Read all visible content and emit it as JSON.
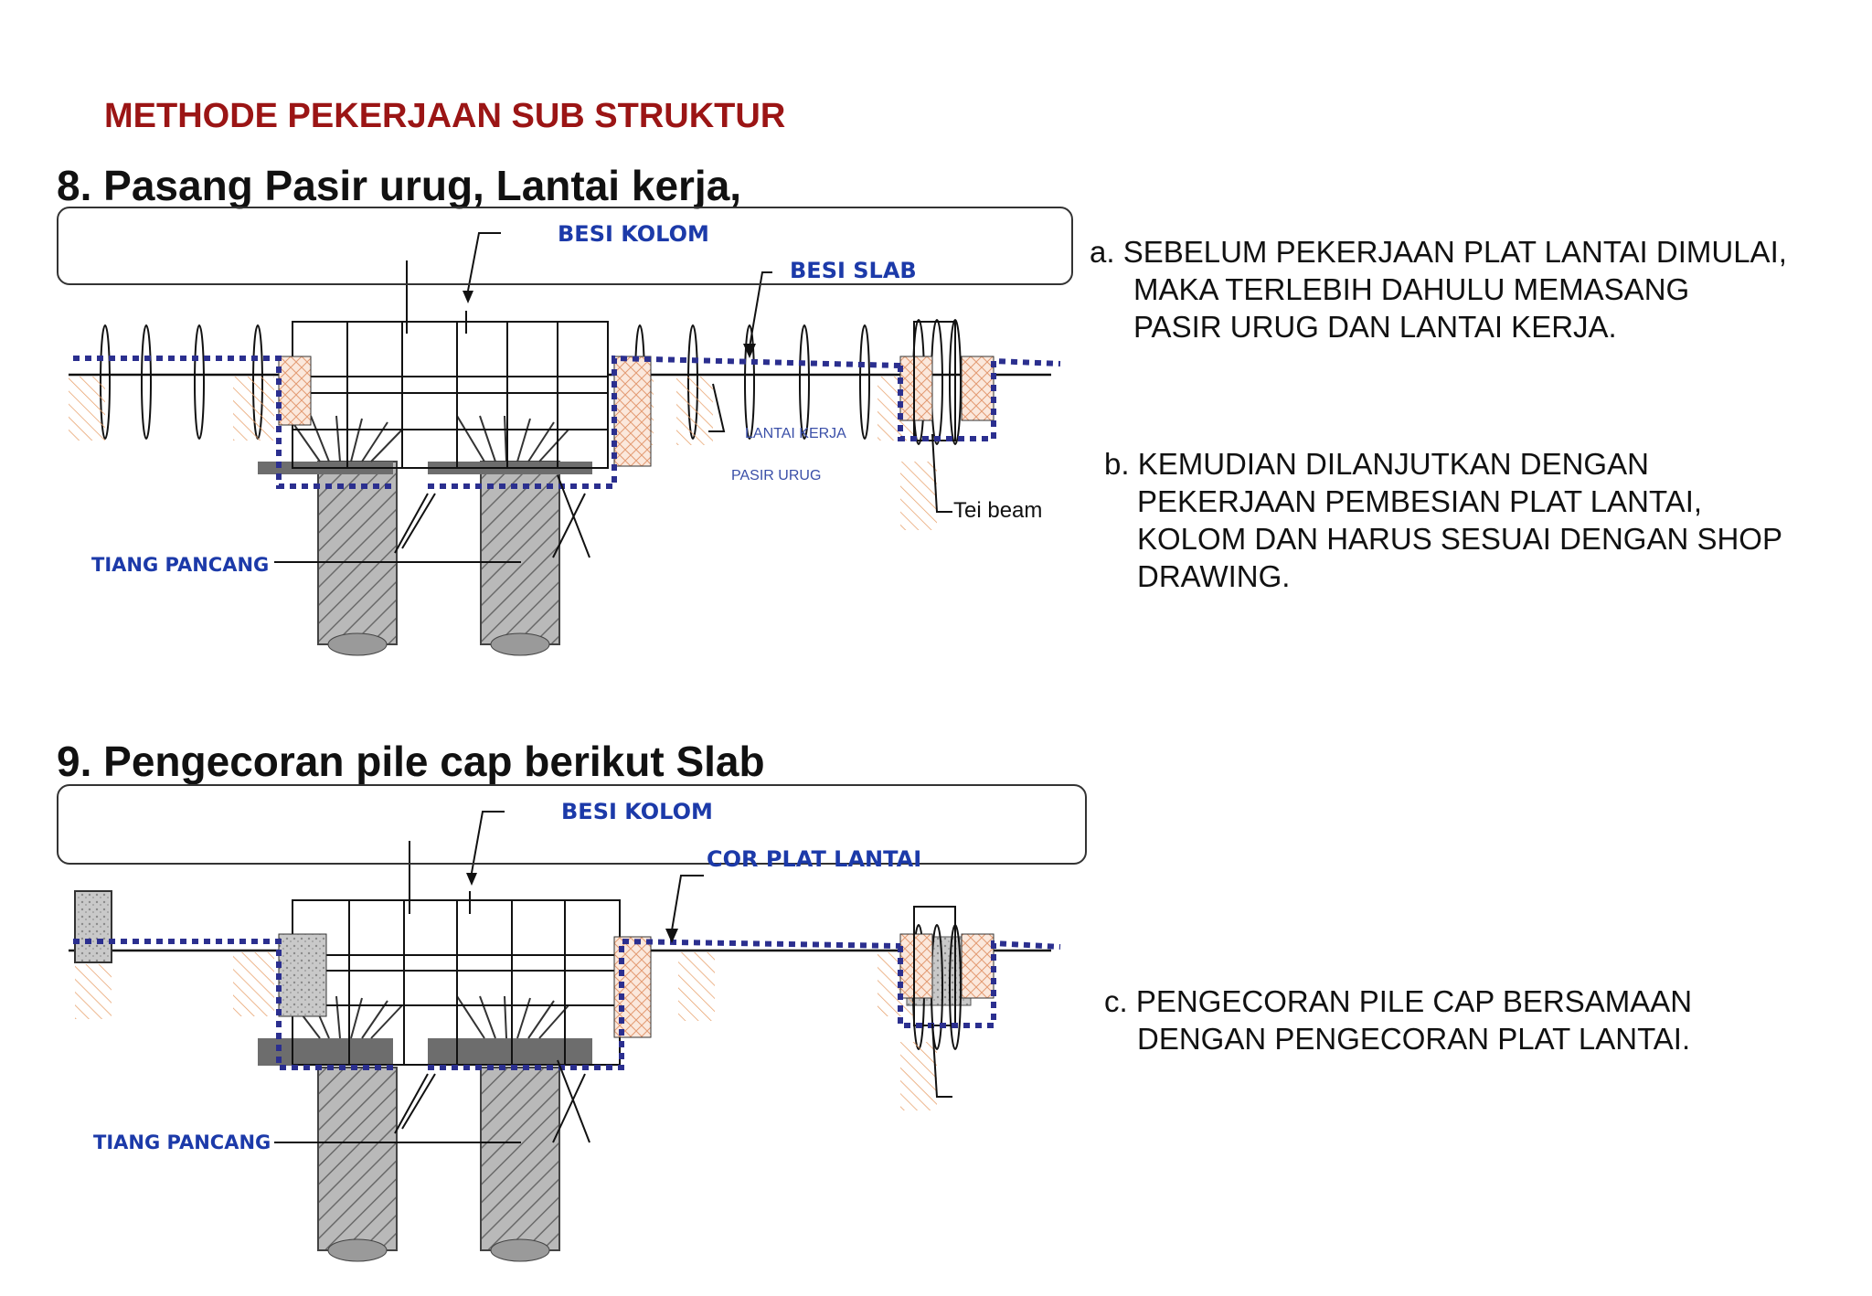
{
  "header": {
    "title": "METHODE PEKERJAAN SUB STRUKTUR"
  },
  "section8": {
    "title": "8. Pasang Pasir urug, Lantai kerja,",
    "labels": {
      "besi_kolom": "BESI KOLOM",
      "besi_slab": "BESI SLAB",
      "lantai_kerja": "LANTAI KERJA",
      "pasir_urug": "PASIR URUG",
      "tei_beam": "Tei beam",
      "tiang_pancang": "TIANG PANCANG"
    },
    "notes": [
      {
        "lines": [
          "a. SEBELUM PEKERJAAN PLAT LANTAI DIMULAI,",
          "MAKA   TERLEBIH DAHULU MEMASANG",
          "PASIR URUG DAN LANTAI KERJA."
        ]
      },
      {
        "lines": [
          "b. KEMUDIAN DILANJUTKAN DENGAN",
          "PEKERJAAN PEMBESIAN PLAT LANTAI,",
          "KOLOM DAN  HARUS SESUAI DENGAN SHOP",
          "DRAWING."
        ]
      }
    ]
  },
  "section9": {
    "title": "9. Pengecoran pile cap berikut Slab",
    "labels": {
      "besi_kolom": "BESI KOLOM",
      "cor_plat_lantai": "COR PLAT LANTAI",
      "tiang_pancang": "TIANG PANCANG"
    },
    "notes": [
      {
        "lines": [
          "c. PENGECORAN PILE CAP BERSAMAAN",
          "DENGAN PENGECORAN PLAT LANTAI."
        ]
      }
    ]
  },
  "colors": {
    "header_red": "#9b1515",
    "label_blue": "#1c3aa9",
    "dotted_outline": "#2b2f8f",
    "hatch_orange": "#e8a06a"
  }
}
